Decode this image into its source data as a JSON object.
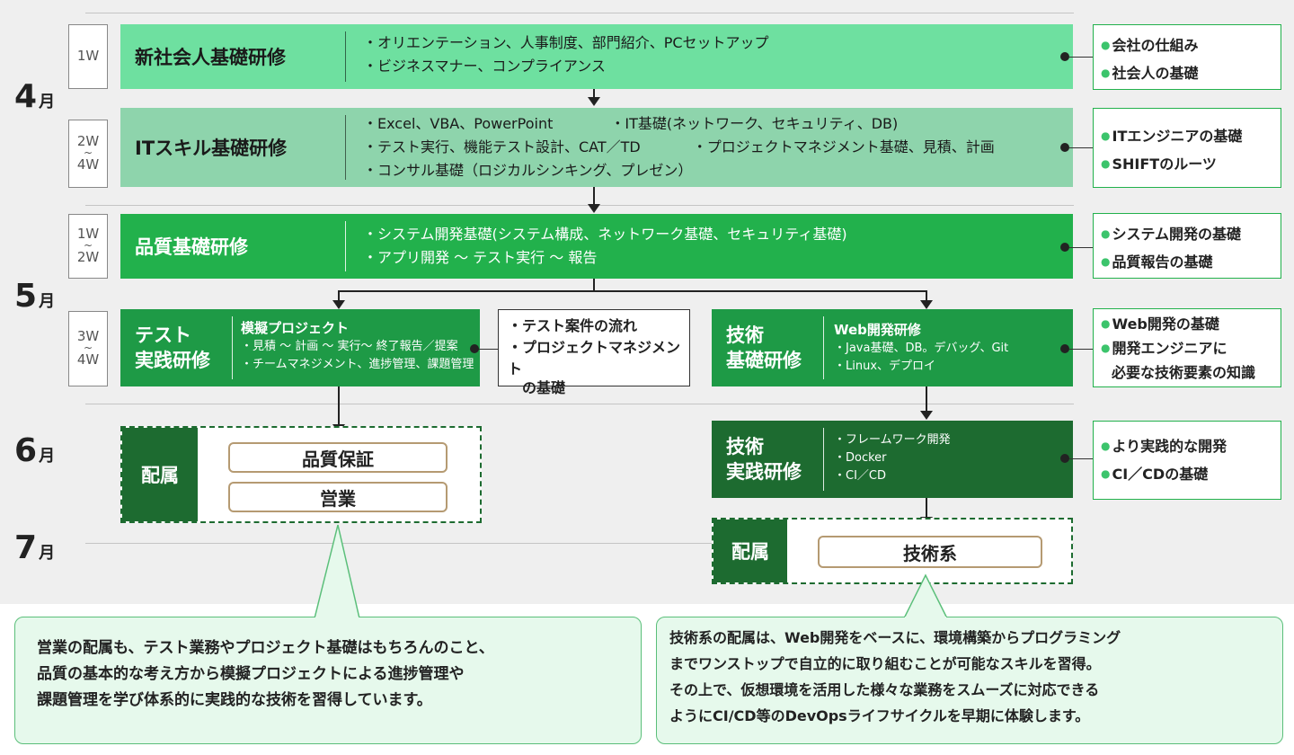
{
  "months": [
    "4",
    "5",
    "6",
    "7"
  ],
  "month_unit": "月",
  "weeks": {
    "w1": {
      "top": "1W"
    },
    "w2": {
      "top": "2W",
      "tilde": "~",
      "bottom": "4W"
    },
    "w3": {
      "top": "1W",
      "tilde": "~",
      "bottom": "2W"
    },
    "w4": {
      "top": "3W",
      "tilde": "~",
      "bottom": "4W"
    }
  },
  "stages": {
    "newhire": {
      "title": "新社会人基礎研修",
      "items": [
        "・オリエンテーション、人事制度、部門紹介、PCセットアップ",
        "・ビジネスマナー、コンプライアンス"
      ],
      "outcomes": [
        "会社の仕組み",
        "社会人の基礎"
      ]
    },
    "itskill": {
      "title": "ITスキル基礎研修",
      "items": [
        "・Excel、VBA、PowerPoint",
        "・IT基礎(ネットワーク、セキュリティ、DB)",
        "・テスト実行、機能テスト設計、CAT／TD",
        "・プロジェクトマネジメント基礎、見積、計画",
        "・コンサル基礎（ロジカルシンキング、プレゼン）"
      ],
      "outcomes": [
        "ITエンジニアの基礎",
        "SHIFTのルーツ"
      ]
    },
    "quality": {
      "title": "品質基礎研修",
      "items": [
        "・システム開発基礎(システム構成、ネットワーク基礎、セキュリティ基礎)",
        "・アプリ開発 ～ テスト実行 ～ 報告"
      ],
      "outcomes": [
        "システム開発の基礎",
        "品質報告の基礎"
      ]
    },
    "testpractice": {
      "title_l1": "テスト",
      "title_l2": "実践研修",
      "sub": "模擬プロジェクト",
      "items": [
        "・見積 ～ 計画 ～ 実行～ 終了報告／提案",
        "・チームマネジメント、進捗管理、課題管理"
      ],
      "note": [
        "・テスト案件の流れ",
        "・プロジェクトマネジメント",
        "　の基礎"
      ]
    },
    "techbasic": {
      "title_l1": "技術",
      "title_l2": "基礎研修",
      "sub": "Web開発研修",
      "items": [
        "・Java基礎、DB。デバッグ、Git",
        "・Linux、デプロイ"
      ],
      "outcomes": [
        "Web開発の基礎",
        "開発エンジニアに",
        "必要な技術要素の知識"
      ]
    },
    "techpractice": {
      "title_l1": "技術",
      "title_l2": "実践研修",
      "items": [
        "・フレームワーク開発",
        "・Docker",
        "・CI／CD"
      ],
      "outcomes": [
        "より実践的な開発",
        "CI／CDの基礎"
      ]
    }
  },
  "assignments": {
    "left": {
      "label": "配属",
      "options": [
        "品質保証",
        "営業"
      ]
    },
    "right": {
      "label": "配属",
      "options": [
        "技術系"
      ]
    }
  },
  "callouts": {
    "left": [
      "営業の配属も、テスト業務やプロジェクト基礎はもちろんのこと、",
      "品質の基本的な考え方から模擬プロジェクトによる進捗管理や",
      "課題管理を学び体系的に実践的な技術を習得しています。"
    ],
    "right": [
      "技術系の配属は、Web開発をベースに、環境構築からプログラミング",
      "までワンストップで自立的に取り組むことが可能なスキルを習得。",
      "その上で、仮想環境を活用した様々な業務をスムーズに対応できる",
      "ようにCI/CD等のDevOpsライフサイクルを早期に体験します。"
    ]
  },
  "colors": {
    "light": "#6ee0a0",
    "mid": "#8ed4ac",
    "green": "#22b14c",
    "green2": "#1e9a46",
    "dark": "#1d6b30",
    "gold": "#b59a72"
  }
}
